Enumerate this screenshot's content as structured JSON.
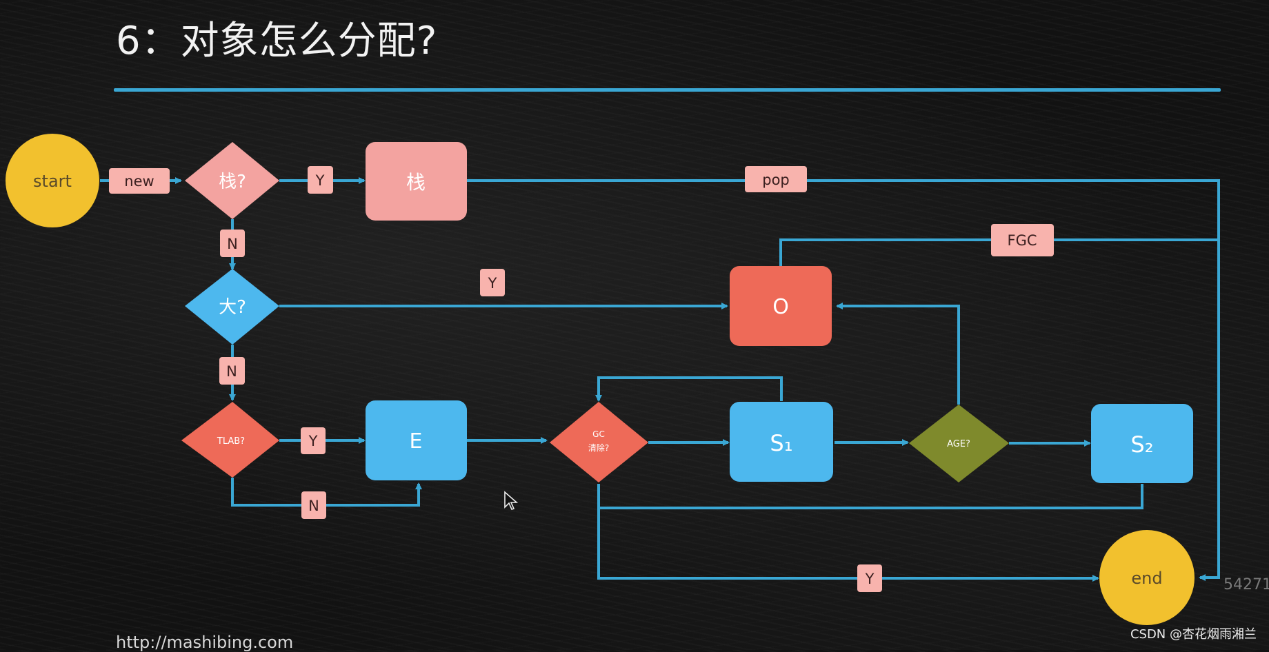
{
  "title": "6：对象怎么分配?",
  "colors": {
    "line": "#3aa7d4",
    "start_end": "#f2c12e",
    "pink_box": "#f3a3a0",
    "red_box": "#ee6a58",
    "blue_box": "#4db8ee",
    "olive_diamond": "#7f8a2c",
    "label_bg": "#f8b3ad",
    "label_text": "#3a1f1f"
  },
  "nodes": {
    "start": "start",
    "stack_q": "栈?",
    "stack": "栈",
    "big_q": "大?",
    "old": "O",
    "tlab_q": "TLAB?",
    "eden": "E",
    "gc_q_line1": "GC",
    "gc_q_line2": "清除?",
    "s1": "S₁",
    "age_q": "AGE?",
    "s2": "S₂",
    "end": "end"
  },
  "edge_labels": {
    "new": "new",
    "stack_y": "Y",
    "pop": "pop",
    "stack_n": "N",
    "fgc": "FGC",
    "big_y": "Y",
    "big_n": "N",
    "tlab_y": "Y",
    "tlab_n": "N",
    "gc_y": "Y"
  },
  "footer": {
    "url": "http://mashibing.com",
    "side_id": "54271",
    "watermark": "CSDN @杏花烟雨湘兰"
  }
}
